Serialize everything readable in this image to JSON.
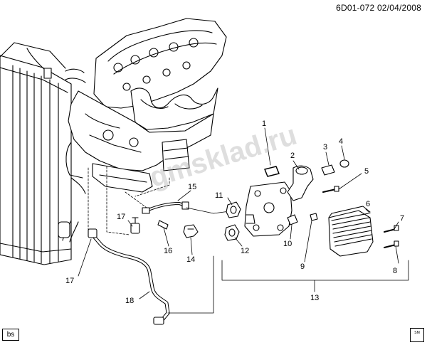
{
  "header": {
    "diagram_id": "6D01-072",
    "date": "02/04/2008"
  },
  "corner_badge": "bs",
  "watermark": "gmsklad.ru",
  "logo_text": "SM",
  "callouts": [
    {
      "id": "c1",
      "label": "1"
    },
    {
      "id": "c2",
      "label": "2"
    },
    {
      "id": "c3",
      "label": "3"
    },
    {
      "id": "c4",
      "label": "4"
    },
    {
      "id": "c5",
      "label": "5"
    },
    {
      "id": "c6",
      "label": "6"
    },
    {
      "id": "c7",
      "label": "7"
    },
    {
      "id": "c8",
      "label": "8"
    },
    {
      "id": "c9",
      "label": "9"
    },
    {
      "id": "c10",
      "label": "10"
    },
    {
      "id": "c11",
      "label": "11"
    },
    {
      "id": "c12",
      "label": "12"
    },
    {
      "id": "c13",
      "label": "13"
    },
    {
      "id": "c14",
      "label": "14"
    },
    {
      "id": "c15",
      "label": "15"
    },
    {
      "id": "c16",
      "label": "16"
    },
    {
      "id": "c17a",
      "label": "17"
    },
    {
      "id": "c17b",
      "label": "17"
    },
    {
      "id": "c18",
      "label": "18"
    }
  ]
}
